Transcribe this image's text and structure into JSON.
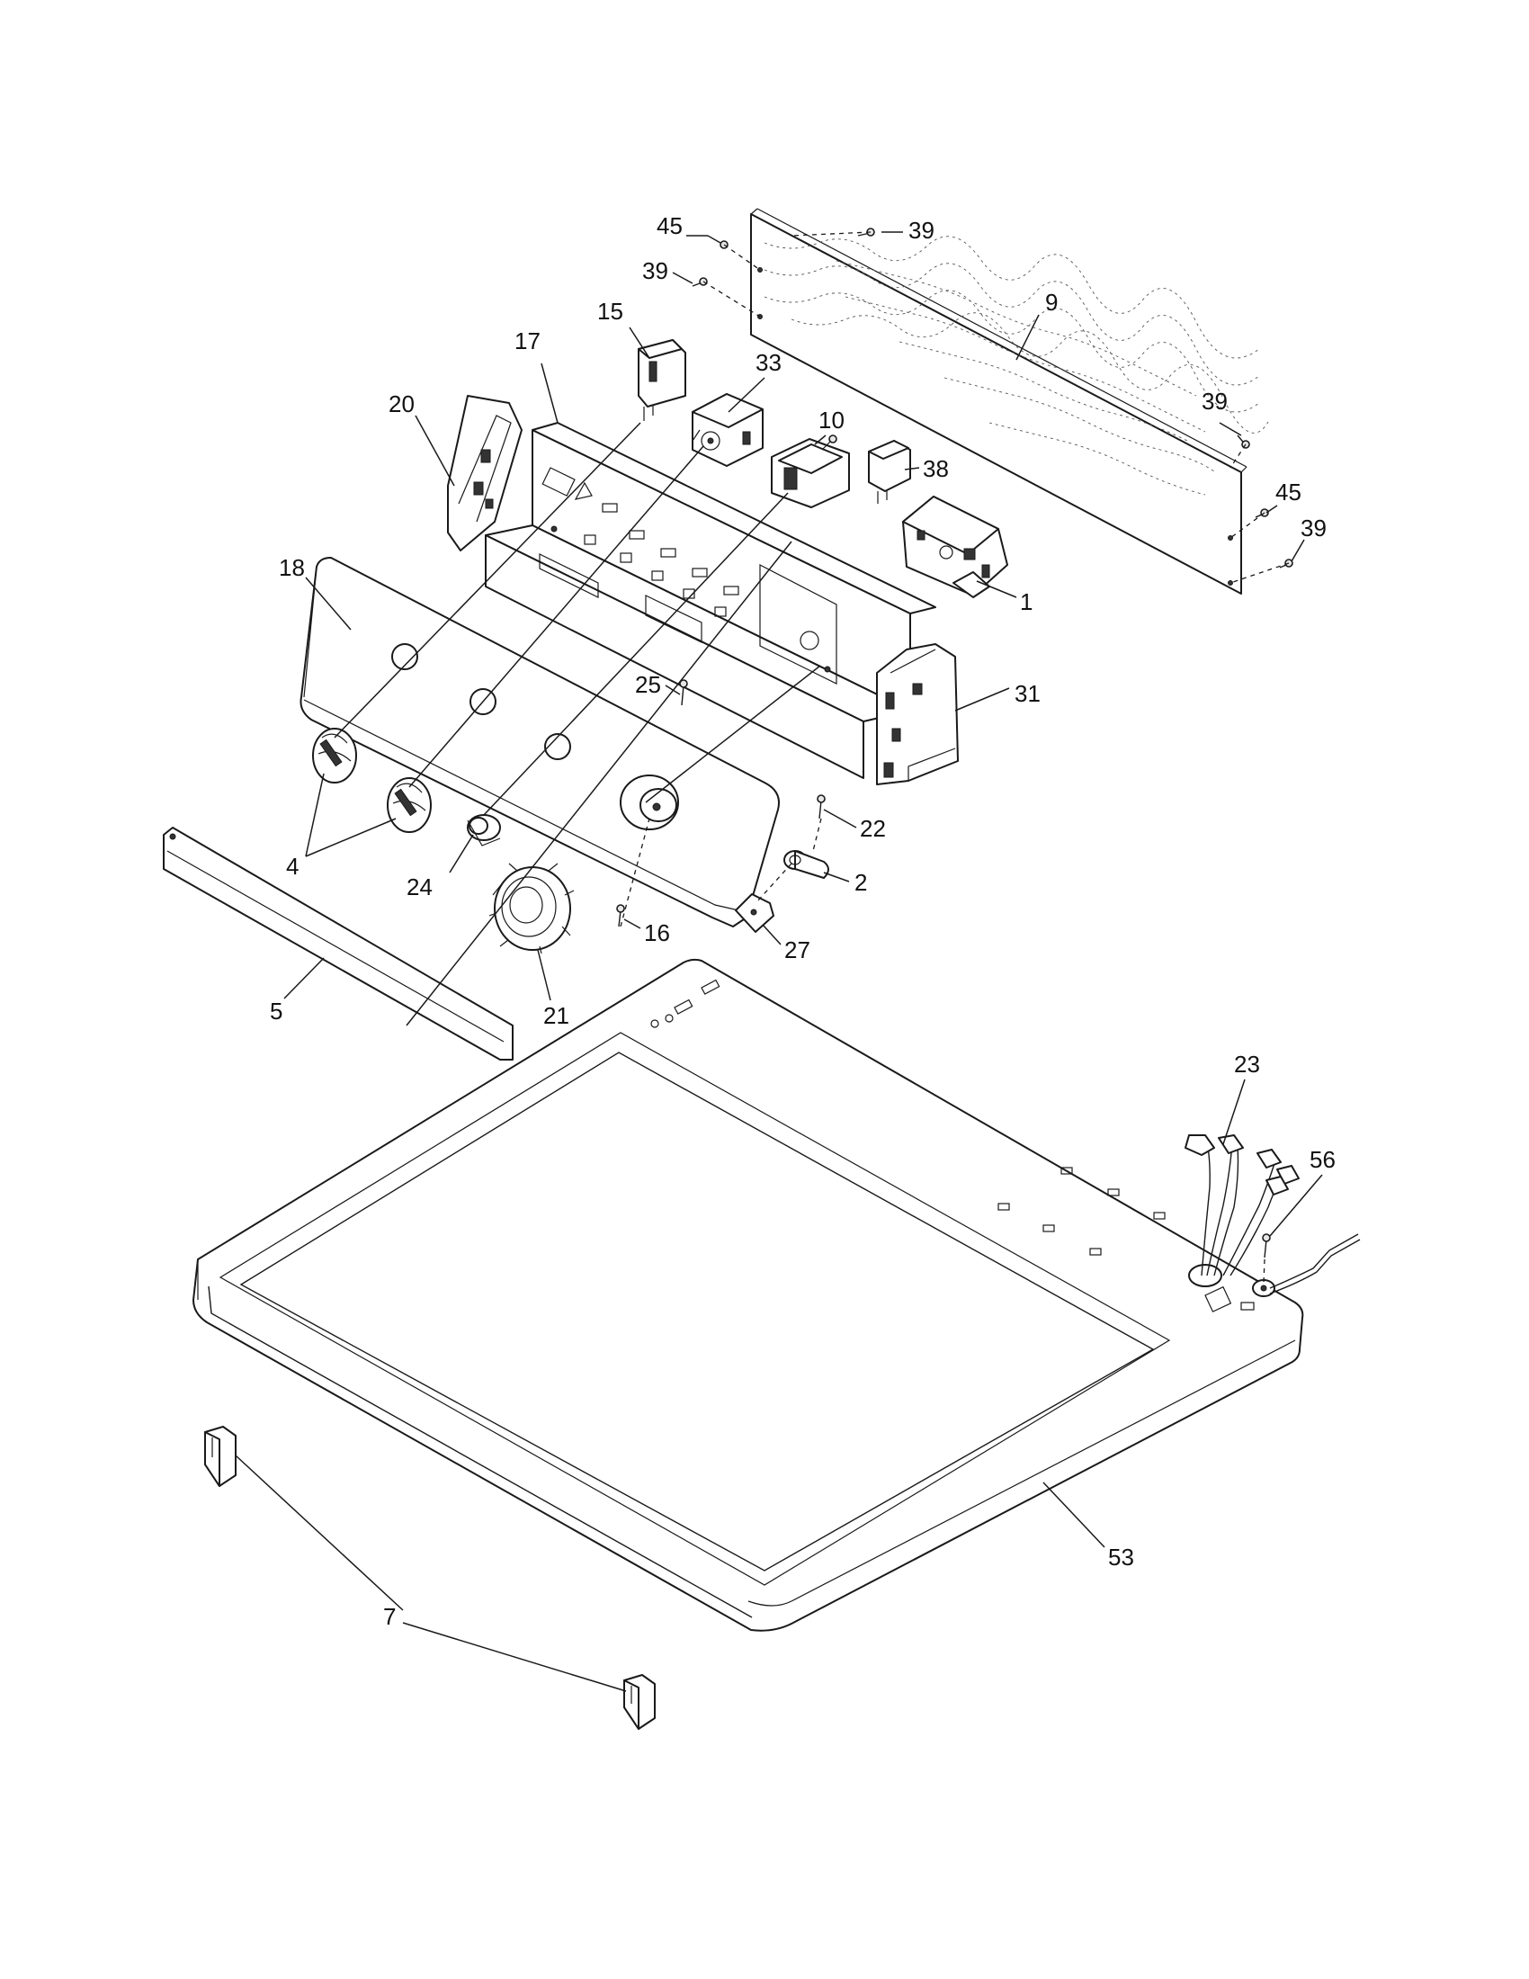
{
  "diagram": {
    "callouts": [
      {
        "id": "c45a",
        "label": "45"
      },
      {
        "id": "c39a",
        "label": "39"
      },
      {
        "id": "c39b",
        "label": "39"
      },
      {
        "id": "c9",
        "label": "9"
      },
      {
        "id": "c15",
        "label": "15"
      },
      {
        "id": "c17",
        "label": "17"
      },
      {
        "id": "c33",
        "label": "33"
      },
      {
        "id": "c10",
        "label": "10"
      },
      {
        "id": "c20",
        "label": "20"
      },
      {
        "id": "c38",
        "label": "38"
      },
      {
        "id": "c39c",
        "label": "39"
      },
      {
        "id": "c45b",
        "label": "45"
      },
      {
        "id": "c39d",
        "label": "39"
      },
      {
        "id": "c18",
        "label": "18"
      },
      {
        "id": "c1",
        "label": "1"
      },
      {
        "id": "c25",
        "label": "25"
      },
      {
        "id": "c31",
        "label": "31"
      },
      {
        "id": "c22",
        "label": "22"
      },
      {
        "id": "c2",
        "label": "2"
      },
      {
        "id": "c4",
        "label": "4"
      },
      {
        "id": "c24",
        "label": "24"
      },
      {
        "id": "c16",
        "label": "16"
      },
      {
        "id": "c27",
        "label": "27"
      },
      {
        "id": "c5",
        "label": "5"
      },
      {
        "id": "c21",
        "label": "21"
      },
      {
        "id": "c23",
        "label": "23"
      },
      {
        "id": "c56",
        "label": "56"
      },
      {
        "id": "c53",
        "label": "53"
      },
      {
        "id": "c7",
        "label": "7"
      }
    ]
  }
}
